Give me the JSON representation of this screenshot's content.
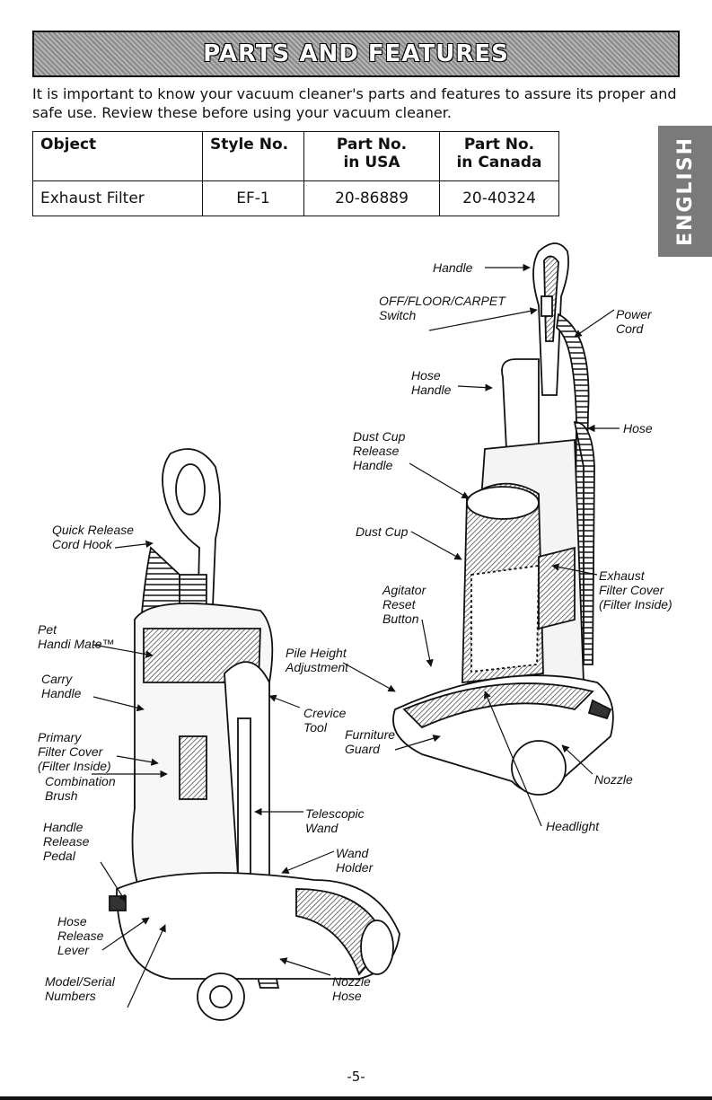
{
  "header": {
    "title": "PARTS AND FEATURES"
  },
  "intro": "It is important to know your vacuum cleaner's parts and features to assure its proper and safe use. Review these before using your vacuum cleaner.",
  "side_tab": "ENGLISH",
  "table": {
    "headers": [
      "Object",
      "Style No.",
      "Part No.\nin USA",
      "Part No.\nin Canada"
    ],
    "rows": [
      [
        "Exhaust Filter",
        "EF-1",
        "20-86889",
        "20-40324"
      ]
    ]
  },
  "labels": {
    "handle_top": "Handle",
    "switch": "OFF/FLOOR/CARPET\nSwitch",
    "power_cord": "Power\nCord",
    "hose_handle": "Hose\nHandle",
    "hose": "Hose",
    "dust_cup_release": "Dust Cup\nRelease\nHandle",
    "dust_cup": "Dust Cup",
    "quick_release": "Quick Release\nCord Hook",
    "exhaust_filter": "Exhaust\nFilter Cover\n(Filter Inside)",
    "agitator_reset": "Agitator\nReset\nButton",
    "pet_handi_mate": "Pet\nHandi Mate™",
    "pile_height": "Pile Height\nAdjustment",
    "carry_handle": "Carry\nHandle",
    "crevice_tool": "Crevice\nTool",
    "primary_filter": "Primary\nFilter Cover\n(Filter Inside)",
    "furniture_guard": "Furniture\nGuard",
    "nozzle": "Nozzle",
    "combination_brush": "Combination\nBrush",
    "telescopic_wand": "Telescopic\nWand",
    "headlight": "Headlight",
    "handle_release": "Handle\nRelease\nPedal",
    "wand_holder": "Wand\nHolder",
    "hose_release": "Hose\nRelease\nLever",
    "model_serial": "Model/Serial\nNumbers",
    "nozzle_hose": "Nozzle\nHose"
  },
  "footer": {
    "page_number": "-5-"
  }
}
